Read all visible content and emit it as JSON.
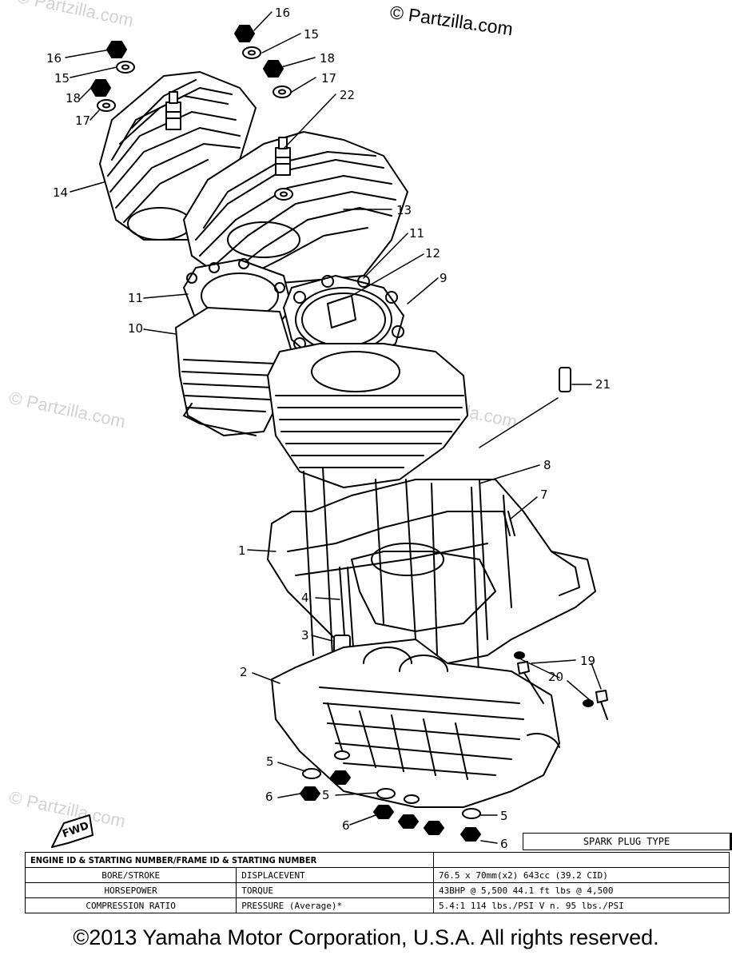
{
  "copyright_top": "© Partzilla.com",
  "watermarks": [
    "© Partzilla.com",
    "© Partzilla.com",
    "© Partzilla.com",
    "© Partzilla.com"
  ],
  "callouts": [
    "16",
    "15",
    "18",
    "17",
    "22",
    "16",
    "15",
    "18",
    "17",
    "14",
    "13",
    "11",
    "12",
    "11",
    "9",
    "10",
    "21",
    "8",
    "7",
    "1",
    "4",
    "3",
    "19",
    "20",
    "2",
    "5",
    "6",
    "5",
    "6",
    "5",
    "6"
  ],
  "fwd_label": "FWD",
  "spec_table": {
    "spark_plug_header": "SPARK PLUG TYPE",
    "header": "ENGINE ID & STARTING NUMBER/FRAME ID & STARTING NUMBER",
    "rows": [
      {
        "label1": "BORE/STROKE",
        "label2": "DISPLACEVENT",
        "value": "76.5 x 70mm(x2)    643cc (39.2 CID)"
      },
      {
        "label1": "HORSEPOWER",
        "label2": "TORQUE",
        "value": "43BHP @ 5,500      44.1 ft lbs @ 4,500"
      },
      {
        "label1": "COMPRESSION RATIO",
        "label2": "PRESSURE (Average)*",
        "value": "5.4:1    114 lbs./PSI V n. 95 lbs./PSI"
      }
    ]
  },
  "footer": "©2013 Yamaha Motor Corporation, U.S.A. All rights reserved."
}
